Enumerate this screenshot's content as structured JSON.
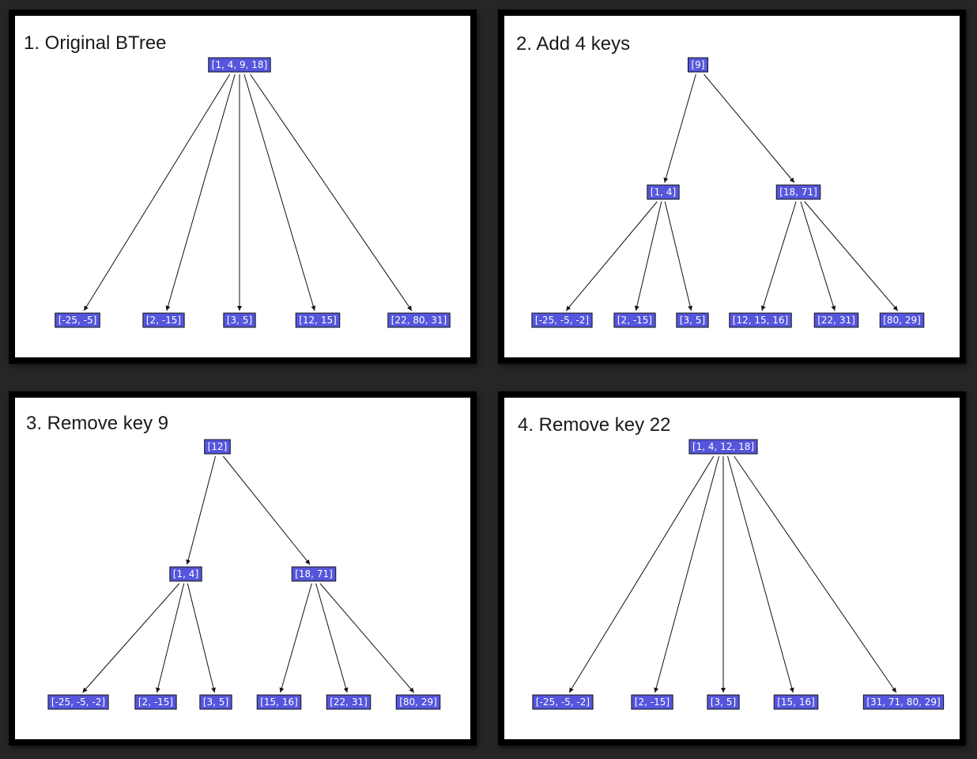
{
  "panels": [
    {
      "title": "1. Original BTree",
      "nodes": [
        {
          "id": "r",
          "label": "[1, 4, 9, 18]"
        },
        {
          "id": "a",
          "label": "[-25, -5]"
        },
        {
          "id": "b",
          "label": "[2, -15]"
        },
        {
          "id": "c",
          "label": "[3, 5]"
        },
        {
          "id": "d",
          "label": "[12, 15]"
        },
        {
          "id": "e",
          "label": "[22, 80, 31]"
        }
      ],
      "edges": [
        [
          "r",
          "a"
        ],
        [
          "r",
          "b"
        ],
        [
          "r",
          "c"
        ],
        [
          "r",
          "d"
        ],
        [
          "r",
          "e"
        ]
      ]
    },
    {
      "title": "2. Add 4 keys",
      "nodes": [
        {
          "id": "r",
          "label": "[9]"
        },
        {
          "id": "l",
          "label": "[1, 4]"
        },
        {
          "id": "m",
          "label": "[18, 71]"
        },
        {
          "id": "a",
          "label": "[-25, -5, -2]"
        },
        {
          "id": "b",
          "label": "[2, -15]"
        },
        {
          "id": "c",
          "label": "[3, 5]"
        },
        {
          "id": "d",
          "label": "[12, 15, 16]"
        },
        {
          "id": "e",
          "label": "[22, 31]"
        },
        {
          "id": "f",
          "label": "[80, 29]"
        }
      ],
      "edges": [
        [
          "r",
          "l"
        ],
        [
          "r",
          "m"
        ],
        [
          "l",
          "a"
        ],
        [
          "l",
          "b"
        ],
        [
          "l",
          "c"
        ],
        [
          "m",
          "d"
        ],
        [
          "m",
          "e"
        ],
        [
          "m",
          "f"
        ]
      ]
    },
    {
      "title": "3. Remove key 9",
      "nodes": [
        {
          "id": "r",
          "label": "[12]"
        },
        {
          "id": "l",
          "label": "[1, 4]"
        },
        {
          "id": "m",
          "label": "[18, 71]"
        },
        {
          "id": "a",
          "label": "[-25, -5, -2]"
        },
        {
          "id": "b",
          "label": "[2, -15]"
        },
        {
          "id": "c",
          "label": "[3, 5]"
        },
        {
          "id": "d",
          "label": "[15, 16]"
        },
        {
          "id": "e",
          "label": "[22, 31]"
        },
        {
          "id": "f",
          "label": "[80, 29]"
        }
      ],
      "edges": [
        [
          "r",
          "l"
        ],
        [
          "r",
          "m"
        ],
        [
          "l",
          "a"
        ],
        [
          "l",
          "b"
        ],
        [
          "l",
          "c"
        ],
        [
          "m",
          "d"
        ],
        [
          "m",
          "e"
        ],
        [
          "m",
          "f"
        ]
      ]
    },
    {
      "title": "4. Remove key 22",
      "nodes": [
        {
          "id": "r",
          "label": "[1, 4, 12, 18]"
        },
        {
          "id": "a",
          "label": "[-25, -5, -2]"
        },
        {
          "id": "b",
          "label": "[2, -15]"
        },
        {
          "id": "c",
          "label": "[3, 5]"
        },
        {
          "id": "d",
          "label": "[15, 16]"
        },
        {
          "id": "e",
          "label": "[31, 71, 80, 29]"
        }
      ],
      "edges": [
        [
          "r",
          "a"
        ],
        [
          "r",
          "b"
        ],
        [
          "r",
          "c"
        ],
        [
          "r",
          "d"
        ],
        [
          "r",
          "e"
        ]
      ]
    }
  ]
}
